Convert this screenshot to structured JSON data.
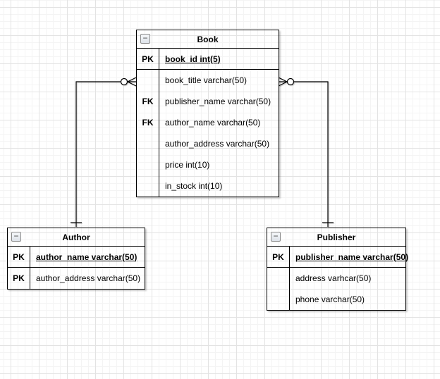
{
  "ui": {
    "collapse_glyph": "−"
  },
  "canvas": {
    "background": "#ffffff",
    "grid_minor_color": "#f4f4f4",
    "grid_major_color": "#e3e3e3",
    "line_color": "#000000"
  },
  "tables": {
    "book": {
      "title": "Book",
      "rows": [
        {
          "key": "PK",
          "field": "book_id int(5)"
        },
        {
          "key": "",
          "field": "book_title varchar(50)"
        },
        {
          "key": "FK",
          "field": "publisher_name varchar(50)"
        },
        {
          "key": "FK",
          "field": "author_name varchar(50)"
        },
        {
          "key": "",
          "field": "author_address varchar(50)"
        },
        {
          "key": "",
          "field": "price int(10)"
        },
        {
          "key": "",
          "field": "in_stock int(10)"
        }
      ]
    },
    "author": {
      "title": "Author",
      "rows": [
        {
          "key": "PK",
          "field": "author_name varchar(50)"
        },
        {
          "key": "PK",
          "field": "author_address varchar(50)"
        }
      ]
    },
    "publisher": {
      "title": "Publisher",
      "rows": [
        {
          "key": "PK",
          "field": "publisher_name varchar(50)"
        },
        {
          "key": "",
          "field": "address varhcar(50)"
        },
        {
          "key": "",
          "field": "phone varchar(50)"
        }
      ]
    }
  },
  "relationships": [
    {
      "from": "Book",
      "to": "Author",
      "from_notation": "zero-or-many",
      "to_notation": "one"
    },
    {
      "from": "Book",
      "to": "Publisher",
      "from_notation": "zero-or-many",
      "to_notation": "one"
    }
  ]
}
